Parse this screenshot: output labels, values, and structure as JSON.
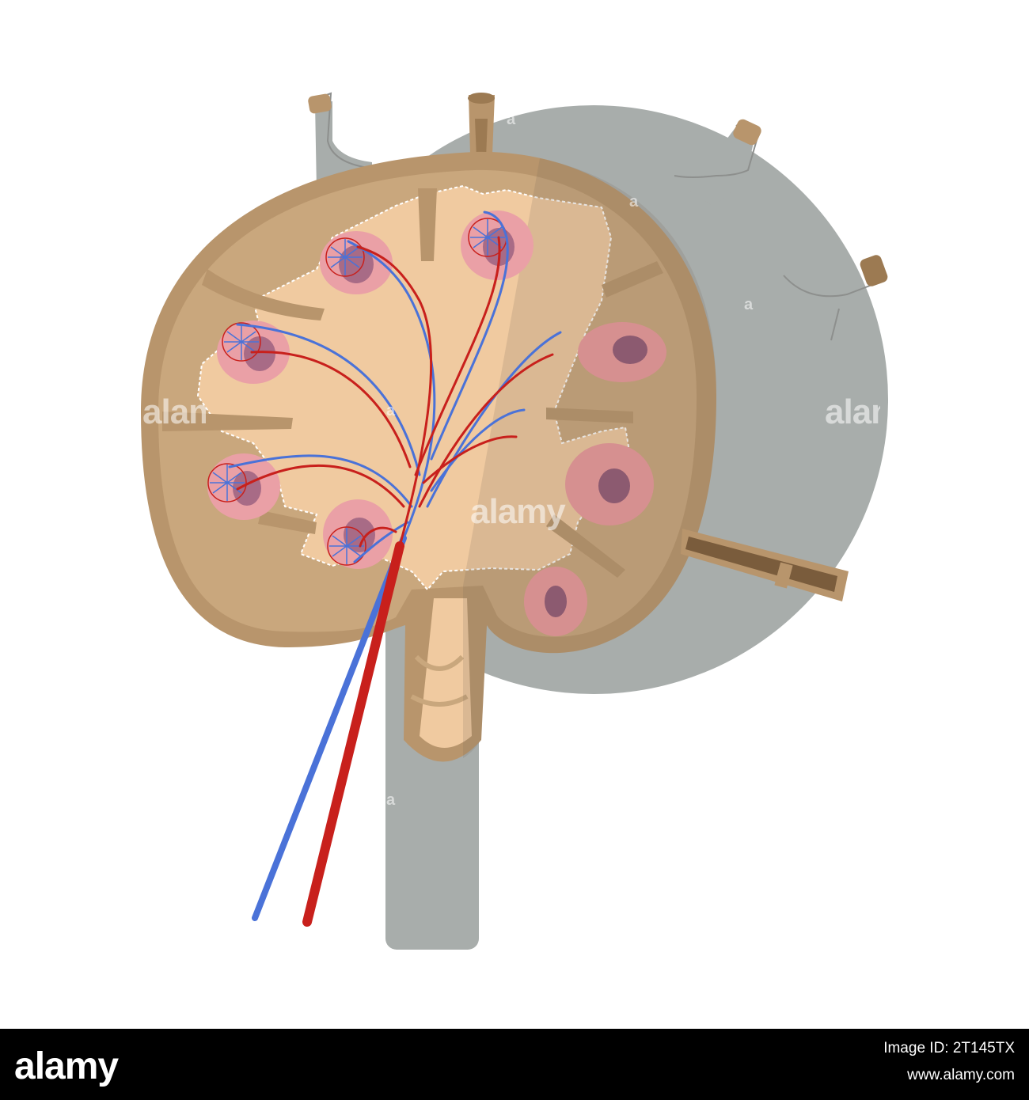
{
  "illustration": {
    "colors": {
      "background": "#ffffff",
      "shadow": "#a8adab",
      "capsule": "#b8956c",
      "cortex": "#c9a77d",
      "medulla": "#f0caa0",
      "node_outline": "#ffffff",
      "follicle": "#eaa0a6",
      "germinal_center": "#a86b86",
      "artery": "#c8201c",
      "vein": "#4a72d8",
      "lymph_vessel": "#b8956c",
      "efferent_vessel": "#7a5c3c"
    }
  },
  "watermark": {
    "center": "alamy",
    "left": "alamy",
    "right": "alamy",
    "mark": "a"
  },
  "footer": {
    "logo": "alamy",
    "image_id": "Image ID: 2T145TX",
    "url": "www.alamy.com"
  }
}
